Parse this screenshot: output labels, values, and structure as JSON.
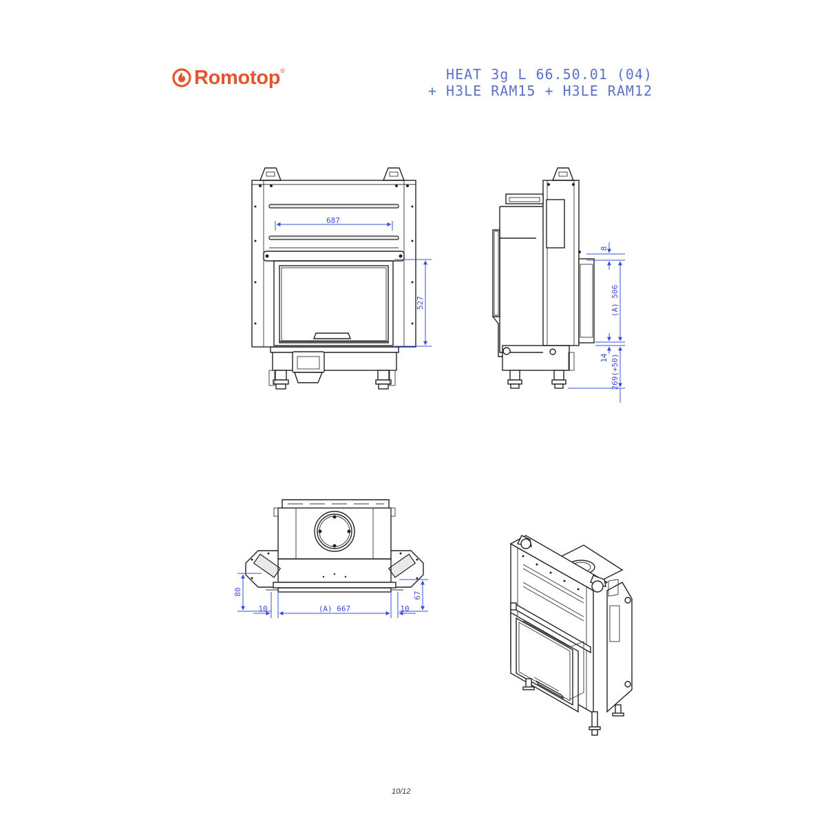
{
  "brand": {
    "name": "Romotop",
    "reg": "®",
    "color": "#e8532c",
    "icon": "flame-logo-icon"
  },
  "title": {
    "line1": "HEAT 3g L 66.50.01 (04)",
    "line2": "+ H3LE RAM15 + H3LE RAM12",
    "color": "#5b72c9"
  },
  "dimensions": {
    "front_width": "687",
    "front_height": "527",
    "side_top": "8",
    "side_A": "(A) 506",
    "side_bottom_small": "14",
    "side_base": "269(+50)",
    "plan_depth": "80",
    "plan_right": "67",
    "plan_left_margin": "10",
    "plan_A": "(A) 667",
    "plan_right_margin": "10",
    "color": "#3a4fd8"
  },
  "footer": {
    "page": "10/12"
  }
}
